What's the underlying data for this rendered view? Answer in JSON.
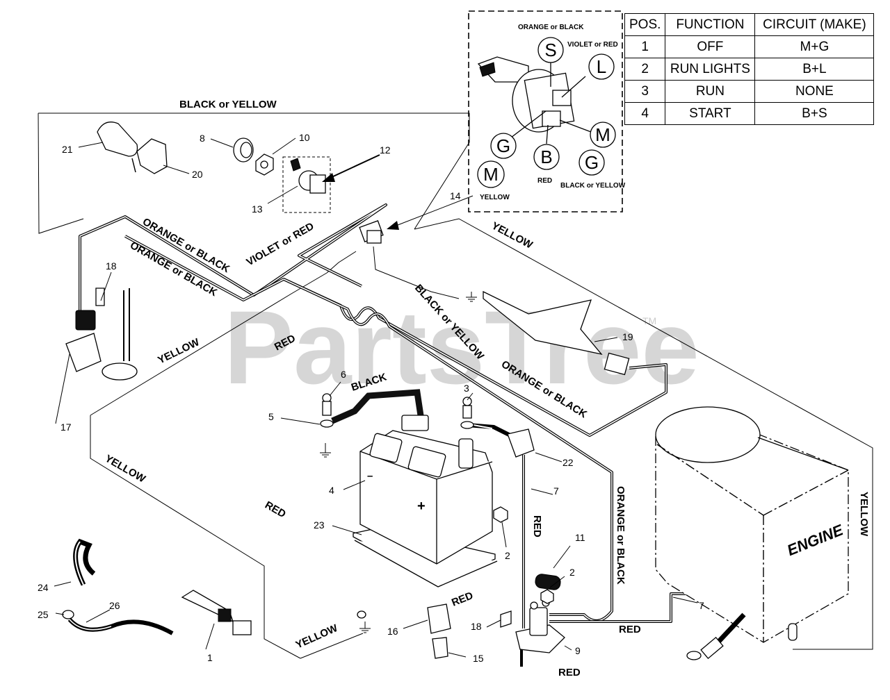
{
  "watermark": {
    "text": "PartsTree",
    "trademark": "TM"
  },
  "switch_table": {
    "headers": [
      "POS.",
      "FUNCTION",
      "CIRCUIT  (MAKE)"
    ],
    "rows": [
      {
        "pos": "1",
        "function": "OFF",
        "circuit": "M+G"
      },
      {
        "pos": "2",
        "function": "RUN LIGHTS",
        "circuit": "B+L"
      },
      {
        "pos": "3",
        "function": "RUN",
        "circuit": "NONE"
      },
      {
        "pos": "4",
        "function": "START",
        "circuit": "B+S"
      }
    ]
  },
  "ignition_detail": {
    "terminals": {
      "S": "S",
      "L": "L",
      "M_right": "M",
      "G_left": "G",
      "B": "B",
      "G_right": "G",
      "M_left": "M"
    },
    "wire_labels": {
      "s_wire": "ORANGE or BLACK",
      "l_wire": "VIOLET or RED",
      "b_wire": "RED",
      "g_wire": "BLACK or YELLOW",
      "m_wire": "YELLOW"
    }
  },
  "engine_label": "ENGINE",
  "wire_labels": {
    "black_or_yellow_top": "BLACK or YELLOW",
    "orange_or_black_1": "ORANGE or BLACK",
    "orange_or_black_2": "ORANGE or BLACK",
    "violet_or_red": "VIOLET or RED",
    "yellow_top_right": "YELLOW",
    "black_or_yellow_diag": "BLACK or YELLOW",
    "orange_or_black_right": "ORANGE or BLACK",
    "red_center": "RED",
    "yellow_left_upper": "YELLOW",
    "black_battery": "BLACK",
    "yellow_left": "YELLOW",
    "red_left": "RED",
    "red_vertical": "RED",
    "orange_or_black_vertical": "ORANGE or BLACK",
    "yellow_right_vertical": "YELLOW",
    "red_bottom_center": "RED",
    "yellow_bottom": "YELLOW",
    "red_solenoid": "RED",
    "red_bottom": "RED"
  },
  "callouts": {
    "n1": "1",
    "n2a": "2",
    "n2b": "2",
    "n3": "3",
    "n4": "4",
    "n5": "5",
    "n6": "6",
    "n7a": "7",
    "n7b": "7",
    "n8": "8",
    "n9": "9",
    "n10": "10",
    "n11": "11",
    "n12": "12",
    "n13": "13",
    "n14": "14",
    "n15": "15",
    "n16": "16",
    "n17": "17",
    "n18a": "18",
    "n18b": "18",
    "n19": "19",
    "n20": "20",
    "n21": "21",
    "n22": "22",
    "n23": "23",
    "n24": "24",
    "n25": "25",
    "n26": "26"
  },
  "battery_marks": {
    "neg": "–",
    "pos": "+"
  }
}
